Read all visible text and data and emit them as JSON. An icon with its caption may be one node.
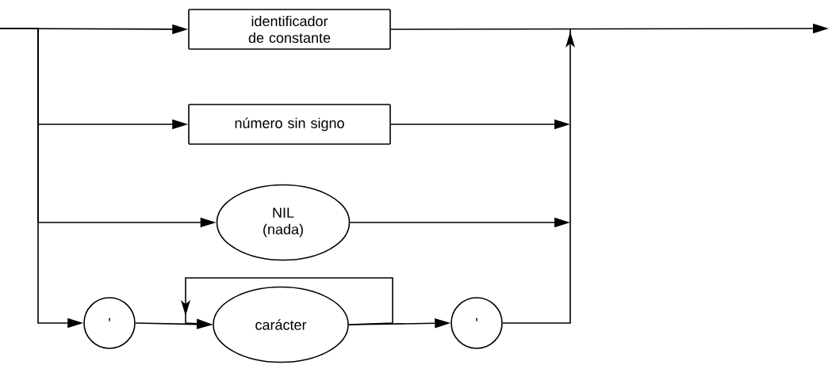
{
  "diagram": {
    "nodes": [
      {
        "text": [
          "identificador de constante"
        ]
      },
      {
        "text": [
          "número sin signo"
        ]
      },
      {
        "text": [
          "NIL (nada)"
        ]
      },
      {
        "text": [
          "'"
        ]
      },
      {
        "text": [
          "carácter"
        ]
      },
      {
        "text": [
          "'"
        ]
      }
    ],
    "edges": [
      {
        "from": null,
        "to": 0,
        "arrow": "to"
      },
      {
        "from": null,
        "to": 1,
        "arrow": "to"
      },
      {
        "from": null,
        "to": 2,
        "arrow": "to"
      },
      {
        "from": null,
        "to": 3,
        "arrow": "to"
      },
      {
        "from": 3,
        "to": 4,
        "arrow": "to"
      },
      {
        "from": 4,
        "to": 4,
        "arrow": "to"
      },
      {
        "from": 4,
        "to": 5,
        "arrow": "to"
      },
      {
        "from": 0,
        "to": null,
        "arrow": "to"
      },
      {
        "from": 1,
        "to": null,
        "arrow": "to"
      },
      {
        "from": 2,
        "to": null,
        "arrow": "to"
      },
      {
        "from": 5,
        "to": null,
        "arrow": "to"
      }
    ]
  }
}
